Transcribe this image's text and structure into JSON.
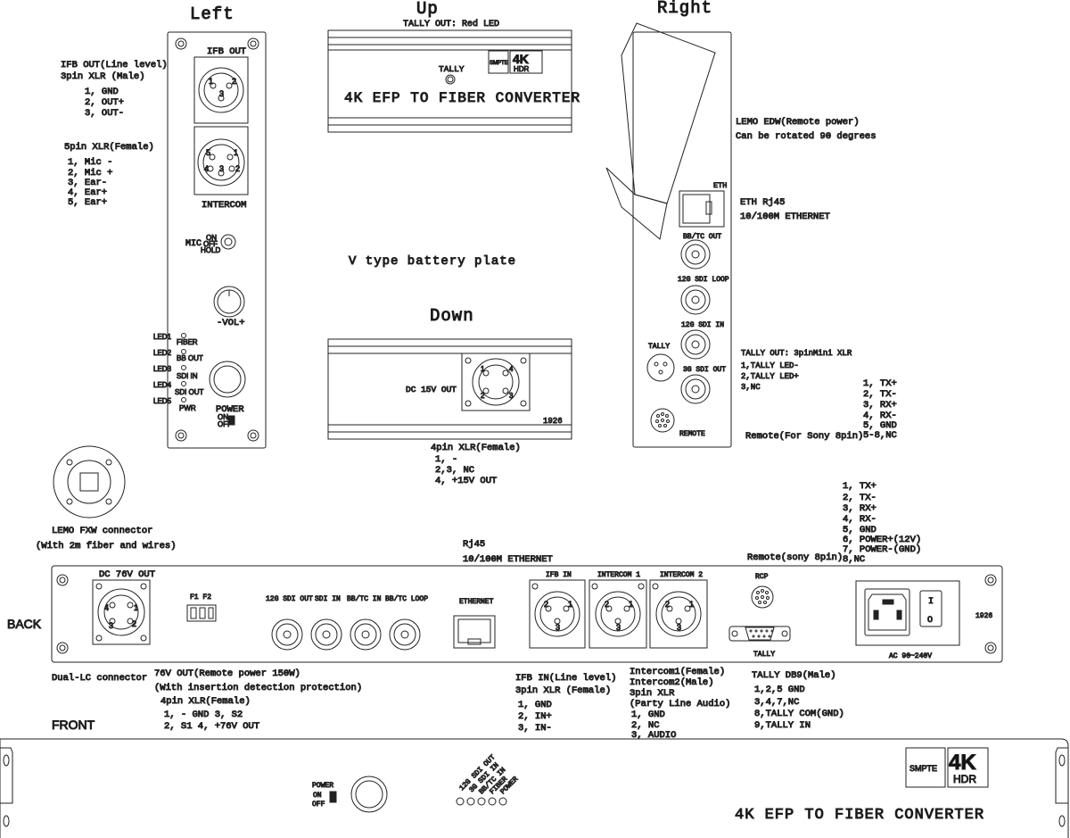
{
  "views": {
    "left": "Left",
    "up": "Up",
    "right": "Right",
    "down": "Down",
    "back": "BACK",
    "front": "FRONT"
  },
  "left_panel": {
    "ifb_out": "IFB OUT",
    "intercom": "INTERCOM",
    "mic": "MIC",
    "on": "ON",
    "off": "OFF",
    "hold": "HOLD",
    "vol": "-VOL+",
    "leds": [
      "LED1",
      "LED2",
      "LED3",
      "LED4",
      "LED5"
    ],
    "led_names": [
      "FIBER",
      "BB OUT",
      "SDI IN",
      "SDI OUT",
      "PWR"
    ],
    "power": "POWER",
    "power_on": "ON",
    "power_off": "OFF",
    "xlr3_pins": [
      "1",
      "2",
      "3"
    ],
    "xlr5_pins": [
      "5",
      "1",
      "4",
      "3",
      "2"
    ]
  },
  "left_notes": {
    "ifb_title1": "IFB OUT(Line level)",
    "ifb_title2": "3pin XLR (Male)",
    "ifb_pins": [
      "1, GND",
      "2, OUT+",
      "3, OUT-"
    ],
    "xlr5_title": "5pin XLR(Female)",
    "xlr5_pins": [
      "1, Mic -",
      "2, Mic +",
      "3, Ear-",
      "4, Ear+",
      "5, Ear+"
    ]
  },
  "lemo_fxw": {
    "line1": "LEMO FXW connector",
    "line2": "(With 2m fiber and wires)"
  },
  "up_panel": {
    "tally_out": "TALLY OUT: Red LED",
    "tally": "TALLY",
    "title": "4K EFP TO FIBER CONVERTER",
    "smpte": "SMPTE",
    "k4": "4K",
    "hdr": "HDR"
  },
  "battery": "V type battery plate",
  "down_panel": {
    "dc": "DC 15V OUT",
    "num": "1926",
    "xlr4_title": "4pin XLR(Female)",
    "xlr4_pins": [
      "1, -",
      "2,3, NC",
      "4, +15V OUT"
    ],
    "xlr_pins": [
      "1",
      "4",
      "2",
      "3"
    ]
  },
  "right_panel": {
    "eth": "ETH",
    "bbtc": "BB/TC OUT",
    "sdi12_loop": "12G SDI LOOP",
    "sdi12_in": "12G SDI IN",
    "sdi3_out": "3G SDI OUT",
    "tally": "TALLY",
    "remote": "REMOTE"
  },
  "right_notes": {
    "lemo1": "LEMO EDW(Remote power)",
    "lemo2": "Can be rotated 90 degrees",
    "eth1": "ETH Rj45",
    "eth2": "10/100M ETHERNET",
    "tally_title": "TALLY OUT: 3pinMini XLR",
    "tally_pins": [
      "1,TALLY LED-",
      "2,TALLY LED+",
      "3,NC"
    ],
    "remote": "Remote(For Sony 8pin)",
    "remote_pins": [
      "1, TX+",
      "2, TX-",
      "3, RX+",
      "4, RX-",
      "5, GND",
      "5-8,NC"
    ]
  },
  "back_panel": {
    "dc76": "DC 76V OUT",
    "f1f2": "F1  F2",
    "sdi12_out": "12G SDI OUT",
    "sdi_in": "SDI IN",
    "bbtc_in": "BB/TC IN",
    "bbtc_loop": "BB/TC LOOP",
    "ethernet": "ETHERNET",
    "ifb_in": "IFB IN",
    "intercom1": "INTERCOM 1",
    "intercom2": "INTERCOM 2",
    "rcp": "RCP",
    "tally": "TALLY",
    "ac": "AC 90~240V",
    "num": "1926",
    "switch_on": "I",
    "switch_off": "O",
    "xlr_pins": [
      "2",
      "1",
      "3"
    ],
    "xlr4_pins": [
      "4",
      "1",
      "3",
      "2"
    ]
  },
  "back_notes": {
    "rj45_1": "Rj45",
    "rj45_2": "10/100M ETHERNET",
    "rcp_pins": [
      "1, TX+",
      "2, TX-",
      "3, RX+",
      "4, RX-",
      "5, GND",
      "6, POWER+(12V)",
      "7, POWER-(GND)",
      "8,NC"
    ],
    "rcp_title": "Remote(sony 8pin)",
    "dual_lc": "Dual-LC connector",
    "v76_1": "76V OUT(Remote power 150W)",
    "v76_2": "(With insertion detection protection)",
    "xlr4_title": "4pin XLR(Female)",
    "xlr4_row1": "1, - GND  3, S2",
    "xlr4_row2": "2, S1     4, +76V OUT",
    "ifb1": "IFB IN(Line level)",
    "ifb2": "3pin XLR (Female)",
    "ifb_pins": [
      "1, GND",
      "2, IN+",
      "3, IN-"
    ],
    "ic1": "Intercom1(Female)",
    "ic2": "Intercom2(Male)",
    "ic3": "3pin XLR",
    "ic_party": "(Party Line Audio)",
    "ic_pins": [
      "1, GND",
      "2, NC",
      "3, AUDIO"
    ],
    "tally_title": "TALLY DB9(Male)",
    "tally_pins": [
      "1,2,5 GND",
      "3,4,7,NC",
      "8,TALLY COM(GND)",
      "9,TALLY IN"
    ]
  },
  "front_panel": {
    "power": "POWER",
    "on": "ON",
    "off": "OFF",
    "leds": [
      "12G SDI OUT",
      "3G SDI IN",
      "BB/TC IN",
      "FIBER",
      "POWER"
    ],
    "title": "4K EFP TO FIBER CONVERTER",
    "smpte": "SMPTE",
    "k4": "4K",
    "hdr": "HDR"
  }
}
